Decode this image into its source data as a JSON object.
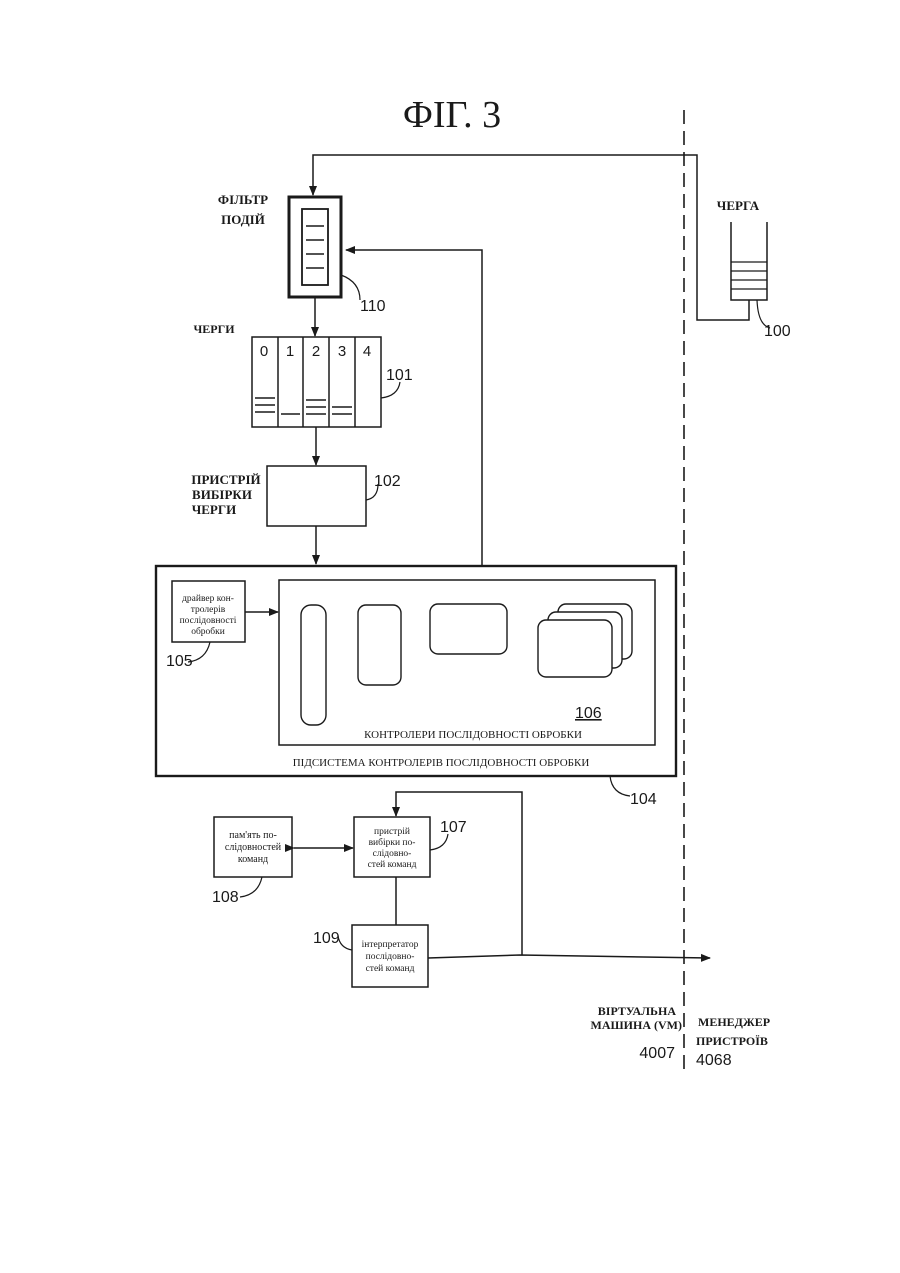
{
  "figure": {
    "title": "ФІГ. 3"
  },
  "labels": {
    "event_filter": [
      "ФІЛЬТР",
      "ПОДІЙ"
    ],
    "queue_right": "ЧЕРГА",
    "queues": "ЧЕРГИ",
    "queue_numbers": [
      "0",
      "1",
      "2",
      "3",
      "4"
    ],
    "queue_selector": [
      "ПРИСТРІЙ",
      "ВИБІРКИ",
      "ЧЕРГИ"
    ],
    "driver": [
      "драйвер кон-",
      "тролерів",
      "послідовності",
      "обробки"
    ],
    "controllers": "КОНТРОЛЕРИ ПОСЛІДОВНОСТІ ОБРОБКИ",
    "subsystem": "ПІДСИСТЕМА КОНТРОЛЕРІВ ПОСЛІДОВНОСТІ ОБРОБКИ",
    "cmd_memory": [
      "пам'ять по-",
      "слідовностей",
      "команд"
    ],
    "cmd_selector": [
      "пристрій",
      "вибірки по-",
      "слідовно-",
      "стей команд"
    ],
    "interpreter": [
      "інтерпретатор",
      "послідовно-",
      "стей команд"
    ],
    "virtual_machine": [
      "ВІРТУАЛЬНА",
      "МАШИНА (VM)"
    ],
    "device_manager": [
      "МЕНЕДЖЕР",
      "ПРИСТРОЇВ"
    ]
  },
  "refs": {
    "r110": "110",
    "r100": "100",
    "r101": "101",
    "r102": "102",
    "r105": "105",
    "r106": "106",
    "r104": "104",
    "r107": "107",
    "r108": "108",
    "r109": "109",
    "r4007": "4007",
    "r4068": "4068"
  }
}
